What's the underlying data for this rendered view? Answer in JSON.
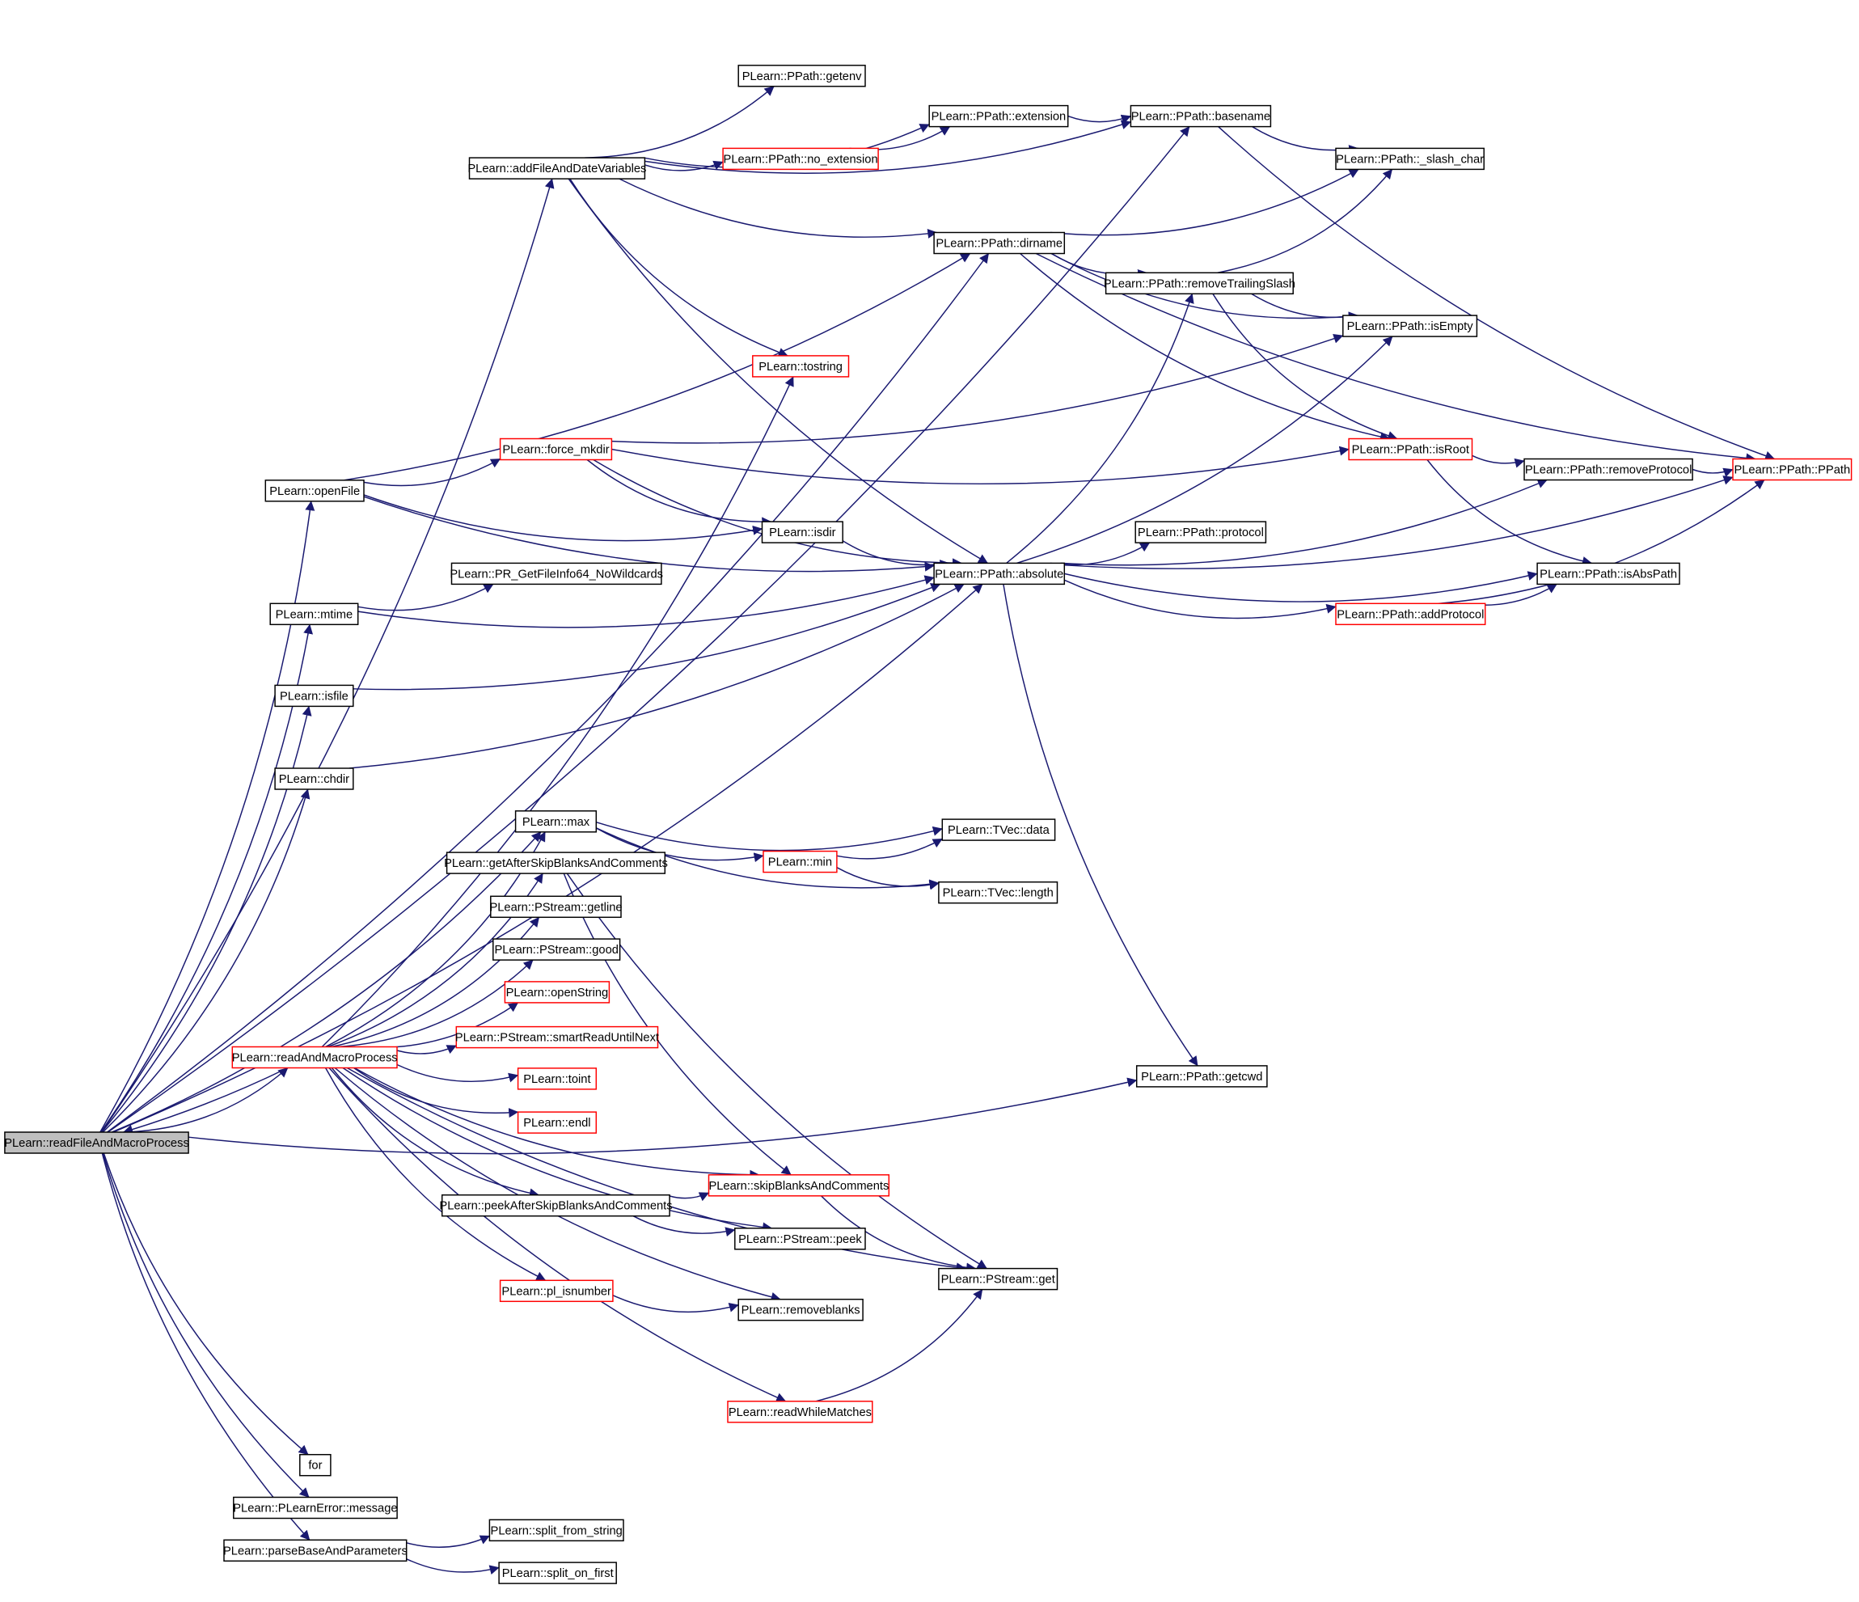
{
  "colors": {
    "edge": "#191970",
    "node_border_normal": "#000000",
    "node_border_truncated": "#ff0000",
    "node_fill_root": "#bfbfbf",
    "node_fill": "#ffffff"
  },
  "nodes": [
    {
      "id": "readFileAndMacroProcess",
      "label": "PLearn::readFileAndMacroProcess",
      "style": "root"
    },
    {
      "id": "addFileAndDateVariables",
      "label": "PLearn::addFileAndDateVariables",
      "style": "normal"
    },
    {
      "id": "getenv",
      "label": "PLearn::PPath::getenv",
      "style": "normal"
    },
    {
      "id": "extension",
      "label": "PLearn::PPath::extension",
      "style": "normal"
    },
    {
      "id": "basename",
      "label": "PLearn::PPath::basename",
      "style": "normal"
    },
    {
      "id": "no_extension",
      "label": "PLearn::PPath::no_extension",
      "style": "truncated"
    },
    {
      "id": "slash_char",
      "label": "PLearn::PPath::_slash_char",
      "style": "normal"
    },
    {
      "id": "dirname",
      "label": "PLearn::PPath::dirname",
      "style": "normal"
    },
    {
      "id": "removeTrailingSlash",
      "label": "PLearn::PPath::removeTrailingSlash",
      "style": "normal"
    },
    {
      "id": "isEmpty",
      "label": "PLearn::PPath::isEmpty",
      "style": "normal"
    },
    {
      "id": "tostring",
      "label": "PLearn::tostring",
      "style": "truncated"
    },
    {
      "id": "force_mkdir",
      "label": "PLearn::force_mkdir",
      "style": "truncated"
    },
    {
      "id": "isRoot",
      "label": "PLearn::PPath::isRoot",
      "style": "truncated"
    },
    {
      "id": "removeProtocol",
      "label": "PLearn::PPath::removeProtocol",
      "style": "normal"
    },
    {
      "id": "PPath",
      "label": "PLearn::PPath::PPath",
      "style": "truncated"
    },
    {
      "id": "openFile",
      "label": "PLearn::openFile",
      "style": "normal"
    },
    {
      "id": "isdir",
      "label": "PLearn::isdir",
      "style": "normal"
    },
    {
      "id": "protocol",
      "label": "PLearn::PPath::protocol",
      "style": "normal"
    },
    {
      "id": "PR_GetFileInfo64",
      "label": "PLearn::PR_GetFileInfo64_NoWildcards",
      "style": "normal"
    },
    {
      "id": "absolute",
      "label": "PLearn::PPath::absolute",
      "style": "normal"
    },
    {
      "id": "isAbsPath",
      "label": "PLearn::PPath::isAbsPath",
      "style": "normal"
    },
    {
      "id": "mtime",
      "label": "PLearn::mtime",
      "style": "normal"
    },
    {
      "id": "addProtocol",
      "label": "PLearn::PPath::addProtocol",
      "style": "truncated"
    },
    {
      "id": "isfile",
      "label": "PLearn::isfile",
      "style": "normal"
    },
    {
      "id": "chdir",
      "label": "PLearn::chdir",
      "style": "normal"
    },
    {
      "id": "max",
      "label": "PLearn::max",
      "style": "normal"
    },
    {
      "id": "data",
      "label": "PLearn::TVec::data",
      "style": "normal"
    },
    {
      "id": "min",
      "label": "PLearn::min",
      "style": "truncated"
    },
    {
      "id": "getAfterSkip",
      "label": "PLearn::getAfterSkipBlanksAndComments",
      "style": "normal"
    },
    {
      "id": "length",
      "label": "PLearn::TVec::length",
      "style": "normal"
    },
    {
      "id": "getline",
      "label": "PLearn::PStream::getline",
      "style": "normal"
    },
    {
      "id": "good",
      "label": "PLearn::PStream::good",
      "style": "normal"
    },
    {
      "id": "openString",
      "label": "PLearn::openString",
      "style": "truncated"
    },
    {
      "id": "smartRead",
      "label": "PLearn::PStream::smartReadUntilNext",
      "style": "truncated"
    },
    {
      "id": "readAndMacroProcess",
      "label": "PLearn::readAndMacroProcess",
      "style": "truncated"
    },
    {
      "id": "toint",
      "label": "PLearn::toint",
      "style": "truncated"
    },
    {
      "id": "getcwd",
      "label": "PLearn::PPath::getcwd",
      "style": "normal"
    },
    {
      "id": "endl",
      "label": "PLearn::endl",
      "style": "truncated"
    },
    {
      "id": "skipBlanks",
      "label": "PLearn::skipBlanksAndComments",
      "style": "truncated"
    },
    {
      "id": "peekAfterSkip",
      "label": "PLearn::peekAfterSkipBlanksAndComments",
      "style": "normal"
    },
    {
      "id": "peek",
      "label": "PLearn::PStream::peek",
      "style": "normal"
    },
    {
      "id": "get",
      "label": "PLearn::PStream::get",
      "style": "normal"
    },
    {
      "id": "pl_isnumber",
      "label": "PLearn::pl_isnumber",
      "style": "truncated"
    },
    {
      "id": "removeblanks",
      "label": "PLearn::removeblanks",
      "style": "normal"
    },
    {
      "id": "readWhileMatches",
      "label": "PLearn::readWhileMatches",
      "style": "truncated"
    },
    {
      "id": "for",
      "label": "for",
      "style": "normal"
    },
    {
      "id": "message",
      "label": "PLearn::PLearnError::message",
      "style": "normal"
    },
    {
      "id": "parseBase",
      "label": "PLearn::parseBaseAndParameters",
      "style": "normal"
    },
    {
      "id": "split_from_string",
      "label": "PLearn::split_from_string",
      "style": "normal"
    },
    {
      "id": "split_on_first",
      "label": "PLearn::split_on_first",
      "style": "normal"
    }
  ],
  "edges": [
    {
      "from": "readFileAndMacroProcess",
      "to": "basename"
    },
    {
      "from": "readFileAndMacroProcess",
      "to": "addFileAndDateVariables"
    },
    {
      "from": "readFileAndMacroProcess",
      "to": "dirname"
    },
    {
      "from": "readFileAndMacroProcess",
      "to": "openFile"
    },
    {
      "from": "readFileAndMacroProcess",
      "to": "mtime"
    },
    {
      "from": "readFileAndMacroProcess",
      "to": "isfile"
    },
    {
      "from": "readFileAndMacroProcess",
      "to": "absolute"
    },
    {
      "from": "readFileAndMacroProcess",
      "to": "chdir"
    },
    {
      "from": "readFileAndMacroProcess",
      "to": "max"
    },
    {
      "from": "readFileAndMacroProcess",
      "to": "readAndMacroProcess"
    },
    {
      "from": "readFileAndMacroProcess",
      "to": "getcwd"
    },
    {
      "from": "readFileAndMacroProcess",
      "to": "for"
    },
    {
      "from": "readFileAndMacroProcess",
      "to": "message"
    },
    {
      "from": "readFileAndMacroProcess",
      "to": "parseBase"
    },
    {
      "from": "addFileAndDateVariables",
      "to": "basename"
    },
    {
      "from": "addFileAndDateVariables",
      "to": "getenv"
    },
    {
      "from": "addFileAndDateVariables",
      "to": "extension"
    },
    {
      "from": "addFileAndDateVariables",
      "to": "no_extension"
    },
    {
      "from": "addFileAndDateVariables",
      "to": "dirname"
    },
    {
      "from": "addFileAndDateVariables",
      "to": "tostring"
    },
    {
      "from": "addFileAndDateVariables",
      "to": "absolute"
    },
    {
      "from": "extension",
      "to": "basename"
    },
    {
      "from": "no_extension",
      "to": "extension"
    },
    {
      "from": "basename",
      "to": "slash_char"
    },
    {
      "from": "basename",
      "to": "PPath"
    },
    {
      "from": "dirname",
      "to": "slash_char"
    },
    {
      "from": "dirname",
      "to": "removeTrailingSlash"
    },
    {
      "from": "dirname",
      "to": "isEmpty"
    },
    {
      "from": "dirname",
      "to": "isRoot"
    },
    {
      "from": "dirname",
      "to": "PPath"
    },
    {
      "from": "removeTrailingSlash",
      "to": "slash_char"
    },
    {
      "from": "removeTrailingSlash",
      "to": "isEmpty"
    },
    {
      "from": "removeTrailingSlash",
      "to": "isRoot"
    },
    {
      "from": "isRoot",
      "to": "removeProtocol"
    },
    {
      "from": "isRoot",
      "to": "isAbsPath"
    },
    {
      "from": "removeProtocol",
      "to": "PPath"
    },
    {
      "from": "openFile",
      "to": "dirname"
    },
    {
      "from": "openFile",
      "to": "force_mkdir"
    },
    {
      "from": "openFile",
      "to": "isdir"
    },
    {
      "from": "openFile",
      "to": "absolute"
    },
    {
      "from": "force_mkdir",
      "to": "isEmpty"
    },
    {
      "from": "force_mkdir",
      "to": "isRoot"
    },
    {
      "from": "force_mkdir",
      "to": "isdir"
    },
    {
      "from": "force_mkdir",
      "to": "absolute"
    },
    {
      "from": "isdir",
      "to": "absolute"
    },
    {
      "from": "mtime",
      "to": "PR_GetFileInfo64"
    },
    {
      "from": "mtime",
      "to": "absolute"
    },
    {
      "from": "isfile",
      "to": "absolute"
    },
    {
      "from": "chdir",
      "to": "absolute"
    },
    {
      "from": "absolute",
      "to": "removeTrailingSlash"
    },
    {
      "from": "absolute",
      "to": "isEmpty"
    },
    {
      "from": "absolute",
      "to": "removeProtocol"
    },
    {
      "from": "absolute",
      "to": "protocol"
    },
    {
      "from": "absolute",
      "to": "isAbsPath"
    },
    {
      "from": "absolute",
      "to": "addProtocol"
    },
    {
      "from": "absolute",
      "to": "PPath"
    },
    {
      "from": "absolute",
      "to": "getcwd"
    },
    {
      "from": "addProtocol",
      "to": "isAbsPath"
    },
    {
      "from": "addProtocol",
      "to": "PPath"
    },
    {
      "from": "max",
      "to": "data"
    },
    {
      "from": "max",
      "to": "min"
    },
    {
      "from": "max",
      "to": "length"
    },
    {
      "from": "min",
      "to": "data"
    },
    {
      "from": "min",
      "to": "length"
    },
    {
      "from": "readAndMacroProcess",
      "to": "readFileAndMacroProcess"
    },
    {
      "from": "readAndMacroProcess",
      "to": "tostring"
    },
    {
      "from": "readAndMacroProcess",
      "to": "max"
    },
    {
      "from": "readAndMacroProcess",
      "to": "getAfterSkip"
    },
    {
      "from": "readAndMacroProcess",
      "to": "getline"
    },
    {
      "from": "readAndMacroProcess",
      "to": "good"
    },
    {
      "from": "readAndMacroProcess",
      "to": "openString"
    },
    {
      "from": "readAndMacroProcess",
      "to": "smartRead"
    },
    {
      "from": "readAndMacroProcess",
      "to": "toint"
    },
    {
      "from": "readAndMacroProcess",
      "to": "endl"
    },
    {
      "from": "readAndMacroProcess",
      "to": "skipBlanks"
    },
    {
      "from": "readAndMacroProcess",
      "to": "peekAfterSkip"
    },
    {
      "from": "readAndMacroProcess",
      "to": "peek"
    },
    {
      "from": "readAndMacroProcess",
      "to": "pl_isnumber"
    },
    {
      "from": "readAndMacroProcess",
      "to": "removeblanks"
    },
    {
      "from": "readAndMacroProcess",
      "to": "get"
    },
    {
      "from": "readAndMacroProcess",
      "to": "readWhileMatches"
    },
    {
      "from": "getAfterSkip",
      "to": "skipBlanks"
    },
    {
      "from": "getAfterSkip",
      "to": "get"
    },
    {
      "from": "peekAfterSkip",
      "to": "skipBlanks"
    },
    {
      "from": "peekAfterSkip",
      "to": "peek"
    },
    {
      "from": "skipBlanks",
      "to": "get"
    },
    {
      "from": "pl_isnumber",
      "to": "removeblanks"
    },
    {
      "from": "readWhileMatches",
      "to": "get"
    },
    {
      "from": "parseBase",
      "to": "split_from_string"
    },
    {
      "from": "parseBase",
      "to": "split_on_first"
    }
  ]
}
